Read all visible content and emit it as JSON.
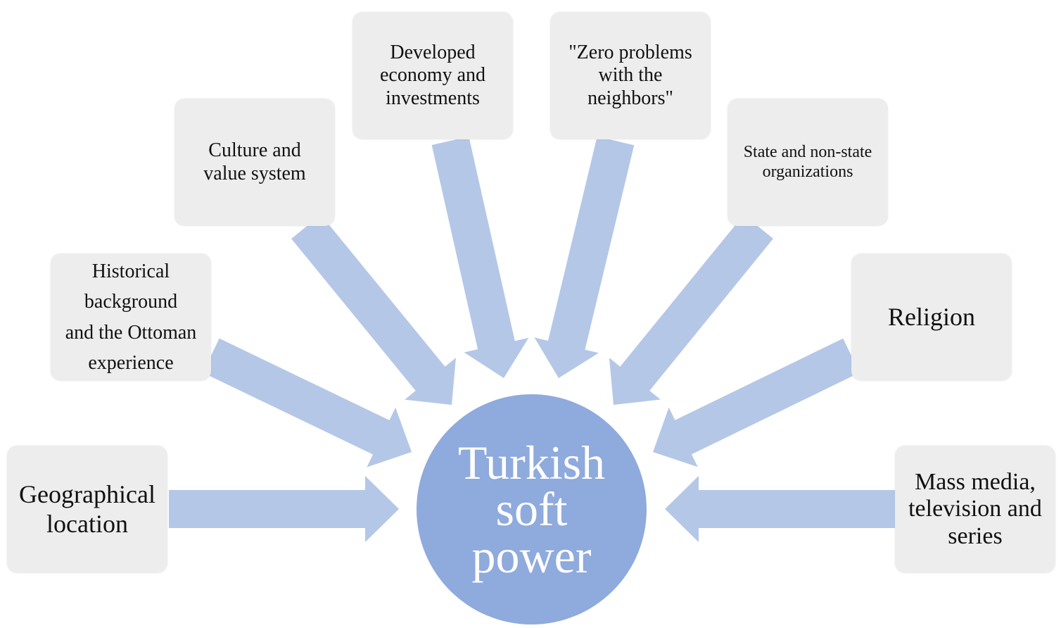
{
  "center": {
    "label": "Turkish\nsoft\npower"
  },
  "factors": [
    {
      "id": "geographical-location",
      "label": "Geographical\nlocation"
    },
    {
      "id": "historical-background",
      "label": "Historical\nbackground\nand the Ottoman\nexperience"
    },
    {
      "id": "culture-value-system",
      "label": "Culture and\nvalue system"
    },
    {
      "id": "developed-economy",
      "label": "Developed\neconomy and\ninvestments"
    },
    {
      "id": "zero-problems",
      "label": "\"Zero problems\nwith the\nneighbors\""
    },
    {
      "id": "state-non-state-organizations",
      "label": "State and non-state\norganizations"
    },
    {
      "id": "religion",
      "label": "Religion"
    },
    {
      "id": "mass-media",
      "label": "Mass media,\ntelevision and\nseries"
    }
  ],
  "colors": {
    "box": "#ededed",
    "arrow": "#b4c7e7",
    "circle": "#8faadc",
    "circle_text": "#ffffff"
  }
}
